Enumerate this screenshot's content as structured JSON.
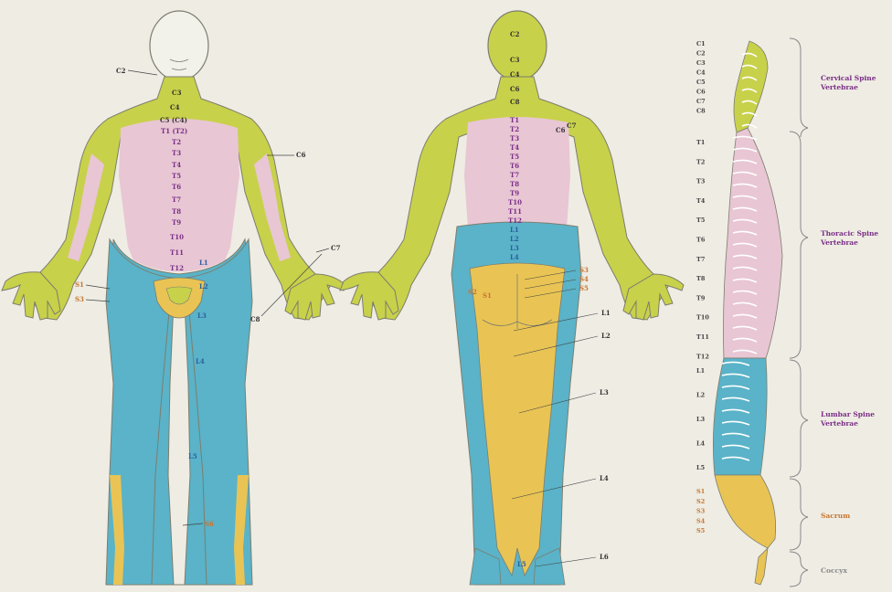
{
  "colors": {
    "background": "#eeece3",
    "cervical": "#c8d14a",
    "thoracic": "#e8c6d4",
    "lumbar": "#5ab3c8",
    "sacral": "#e9c454",
    "outline": "#7d7d6e",
    "label_purple": "#7a2f86",
    "label_blue": "#2a5f9e",
    "label_dark": "#333333",
    "label_orange": "#c77632"
  },
  "front_labels": {
    "c2": "C2",
    "c3": "C3",
    "c4": "C4",
    "c5": "C5 (C4)",
    "t1": "T1 (T2)",
    "t2": "T2",
    "t3": "T3",
    "t4": "T4",
    "t5": "T5",
    "t6": "T6",
    "t7": "T7",
    "t8": "T8",
    "t9": "T9",
    "t10": "T10",
    "t11": "T11",
    "t12": "T12",
    "l1": "L1",
    "l2": "L2",
    "l3": "L3",
    "l4": "L4",
    "l5": "L5",
    "s1": "S1",
    "s3": "S3",
    "s6": "S6",
    "c6": "C6",
    "c7": "C7",
    "c8": "C8"
  },
  "back_labels": {
    "c2": "C2",
    "c3": "C3",
    "c4": "C4",
    "c6": "C6",
    "c7": "C7",
    "c8": "C8",
    "c6b": "C6",
    "t1": "T1",
    "t2": "T2",
    "t3": "T3",
    "t4": "T4",
    "t5": "T5",
    "t6": "T6",
    "t7": "T7",
    "t8": "T8",
    "t9": "T9",
    "t10": "T10",
    "t11": "T11",
    "t12": "T12",
    "l1": "L1",
    "l2": "L2",
    "l3": "L3",
    "l4": "L4",
    "l5": "L5",
    "l6": "L6",
    "s3": "S3",
    "s4": "S4",
    "s5": "S5",
    "s2": "S2",
    "s1": "S1",
    "cl1": "L1",
    "cl2": "L2",
    "cl3": "L3",
    "cl4": "L4"
  },
  "spine": {
    "levels": [
      "C1",
      "C2",
      "C3",
      "C4",
      "C5",
      "C6",
      "C7",
      "C8",
      "T1",
      "T2",
      "T3",
      "T4",
      "T5",
      "T6",
      "T7",
      "T8",
      "T9",
      "T10",
      "T11",
      "T12",
      "L1",
      "L2",
      "L3",
      "L4",
      "L5",
      "S1",
      "S2",
      "S3",
      "S4",
      "S5"
    ],
    "regions": [
      {
        "name": "Cervical Spine\nVertebrae",
        "line1": "Cervical Spine",
        "line2": "Vertebrae"
      },
      {
        "name": "Thoracic Spine",
        "line1": "Thoracic Spine",
        "line2": "Vertebrae"
      },
      {
        "name": "Lumbar Spine",
        "line1": "Lumbar Spine",
        "line2": "Vertebrae"
      },
      {
        "name": "Sacrum",
        "line1": "Sacrum",
        "line2": ""
      },
      {
        "name": "Coccyx",
        "line1": "Coccyx",
        "line2": ""
      }
    ]
  }
}
